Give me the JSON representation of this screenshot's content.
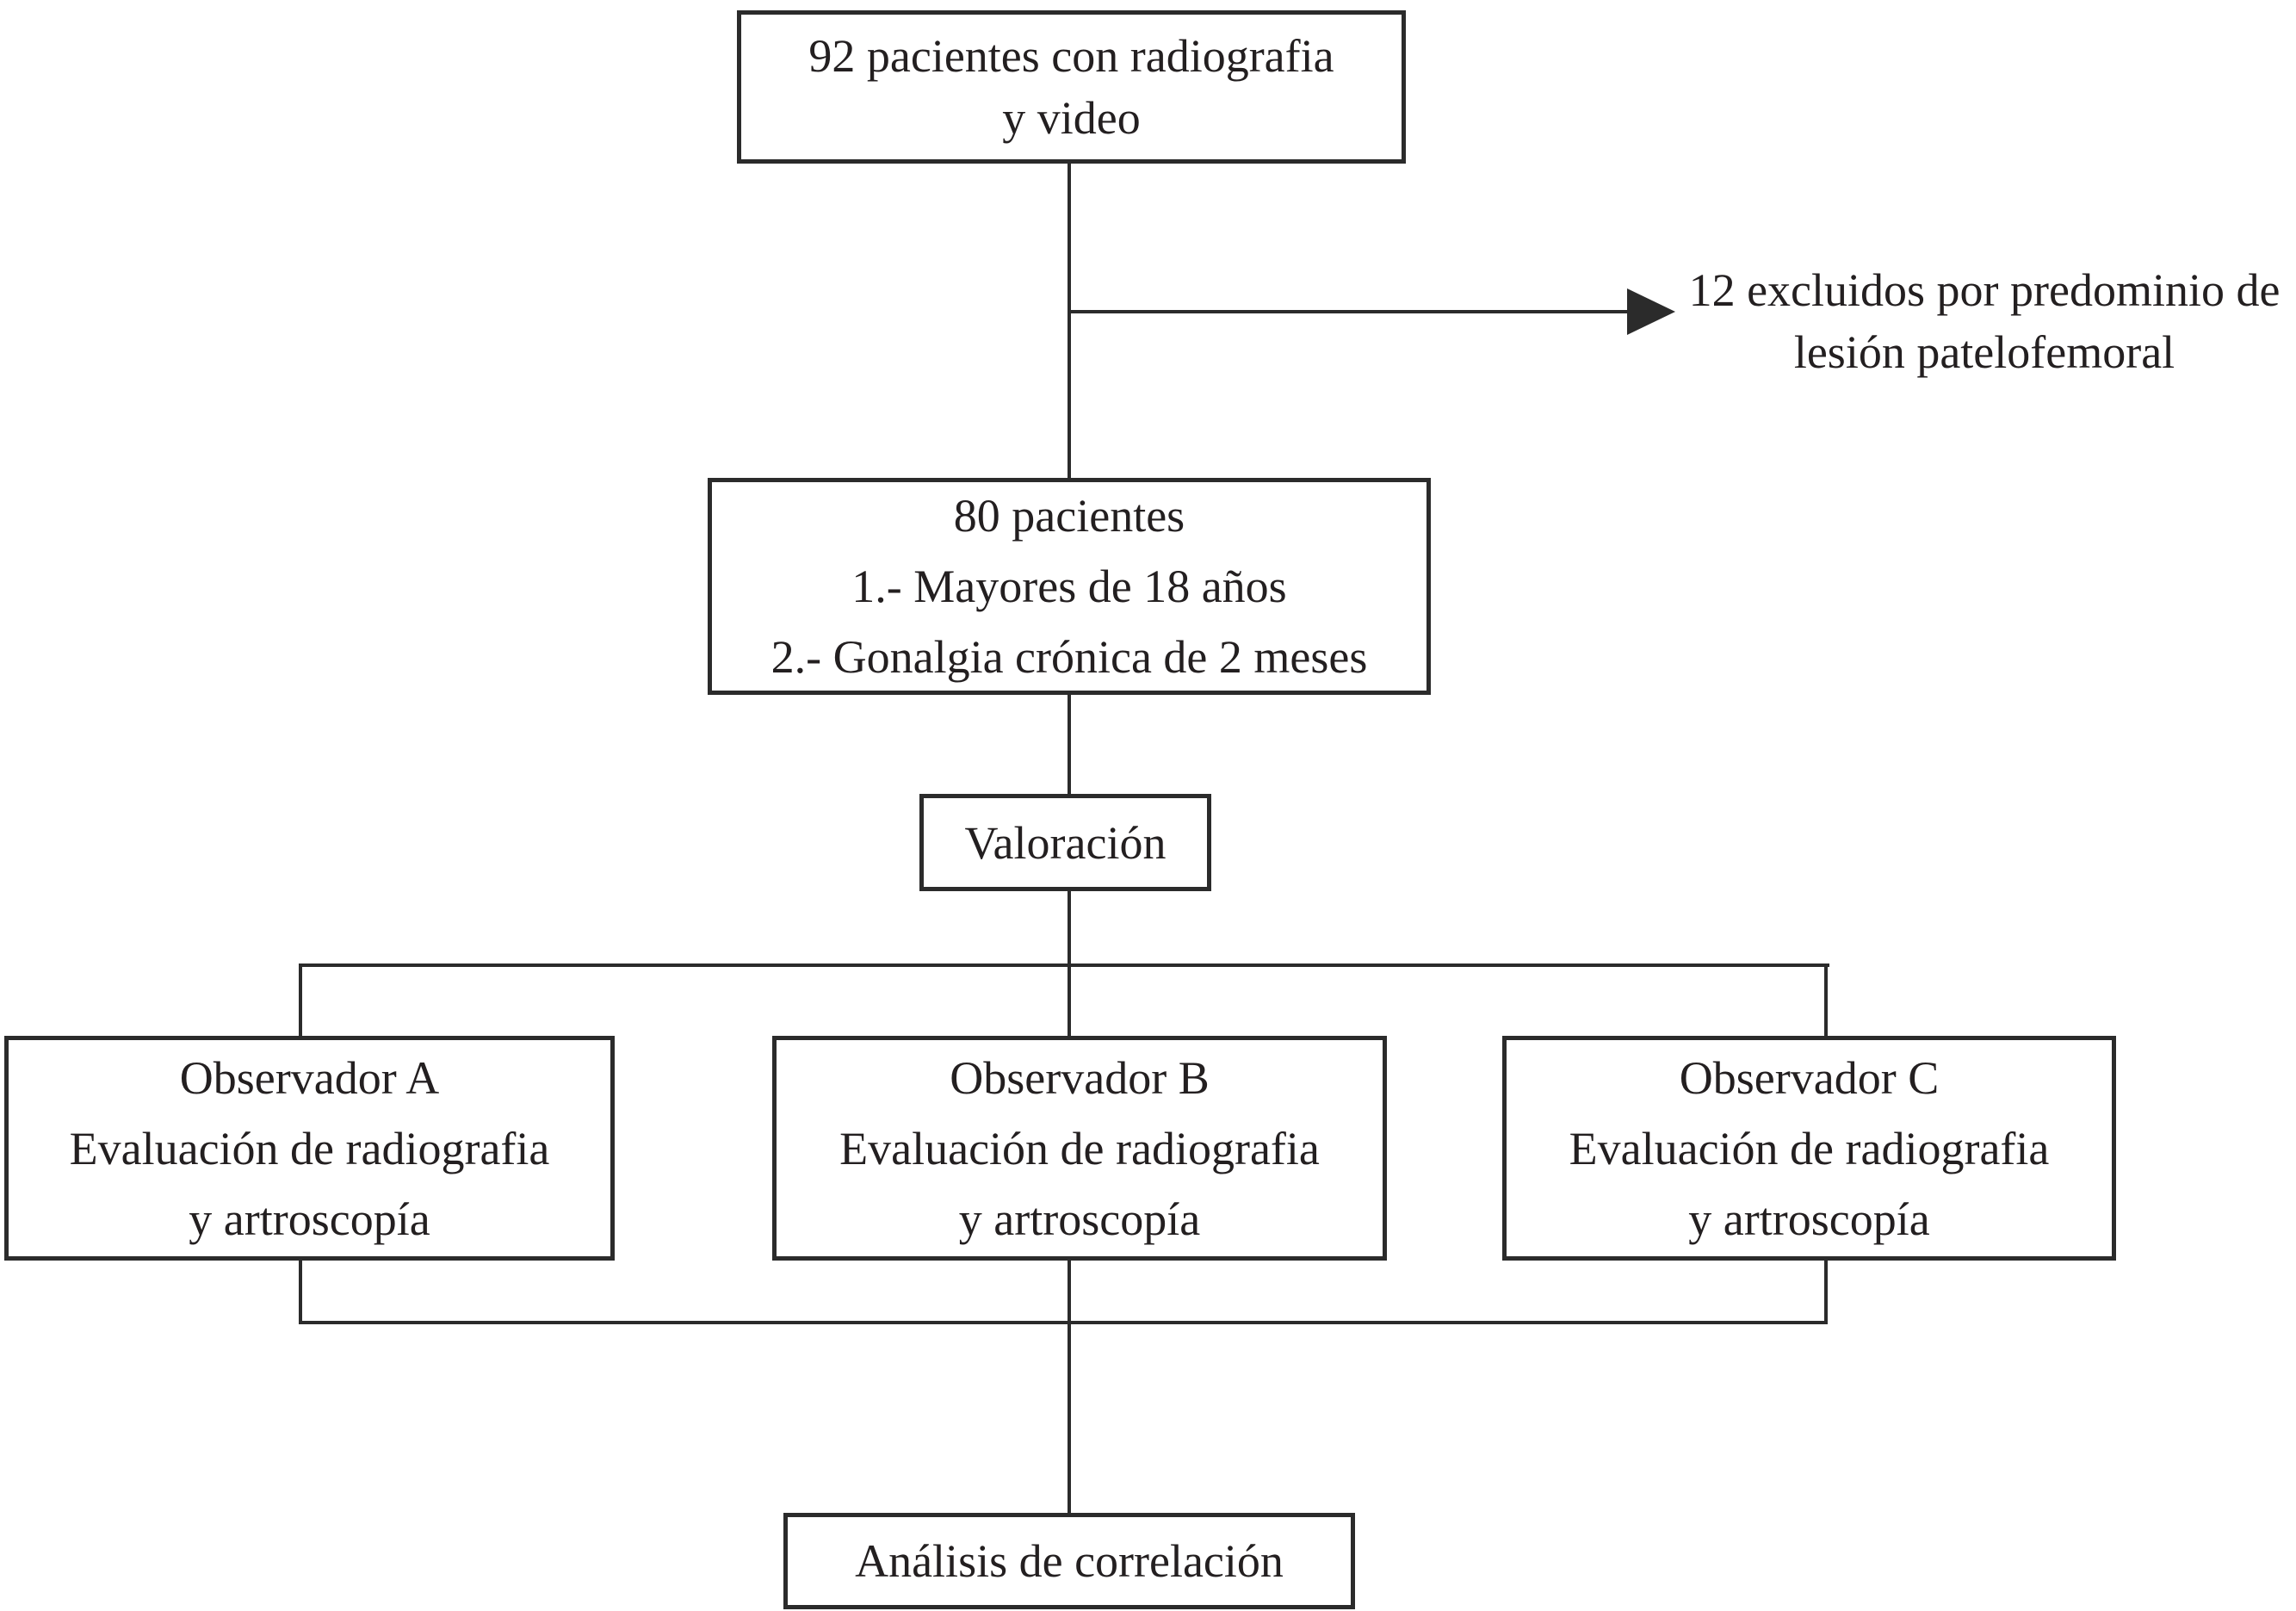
{
  "nodes": {
    "initial": {
      "lines": [
        "92 pacientes con radiografia",
        "y video"
      ]
    },
    "exclusion": {
      "lines": [
        "12 excluidos por predominio",
        "de lesión patelofemoral"
      ]
    },
    "included": {
      "lines": [
        "80 pacientes",
        "1.- Mayores de 18 años",
        "2.- Gonalgia crónica de 2 meses"
      ]
    },
    "assessment": {
      "label": "Valoración"
    },
    "observer_a": {
      "lines": [
        "Observador A",
        "Evaluación de radiografia",
        "y artroscopía"
      ]
    },
    "observer_b": {
      "lines": [
        "Observador B",
        "Evaluación de radiografia",
        "y artroscopía"
      ]
    },
    "observer_c": {
      "lines": [
        "Observador C",
        "Evaluación de radiografia",
        "y artroscopía"
      ]
    },
    "analysis": {
      "label": "Análisis de correlación"
    }
  },
  "colors": {
    "background": "#ffffff",
    "text": "#231f20",
    "line": "#2b2b2b"
  }
}
